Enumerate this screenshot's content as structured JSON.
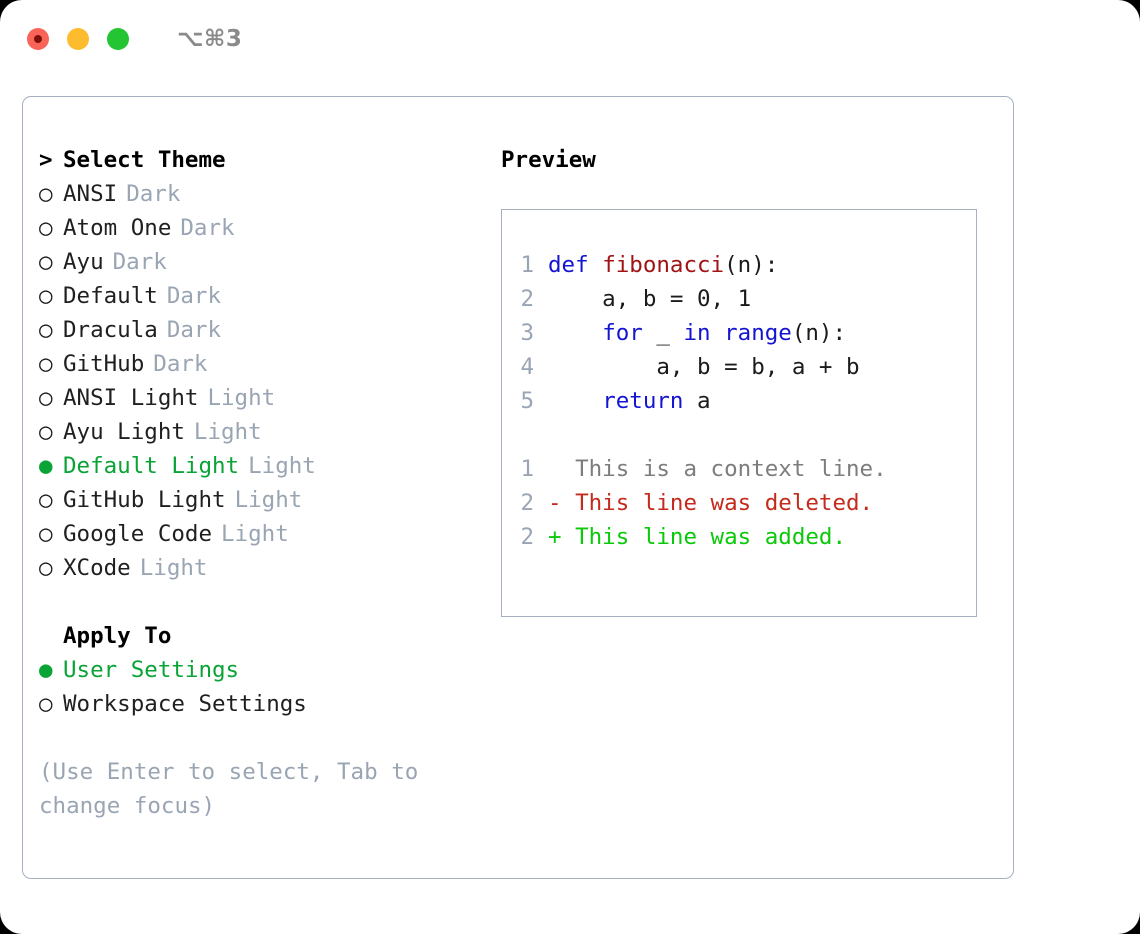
{
  "titlebar": {
    "shortcut": "⌥⌘3",
    "buttons": [
      {
        "name": "close",
        "color": "#fa6458"
      },
      {
        "name": "minimize",
        "color": "#fdbc2d"
      },
      {
        "name": "maximize",
        "color": "#23c632"
      }
    ]
  },
  "theme_picker": {
    "heading_marker": ">",
    "heading": "Select Theme",
    "items": [
      {
        "marker": "○",
        "label": "ANSI",
        "suffix": "Dark",
        "selected": false
      },
      {
        "marker": "○",
        "label": "Atom One",
        "suffix": "Dark",
        "selected": false
      },
      {
        "marker": "○",
        "label": "Ayu",
        "suffix": "Dark",
        "selected": false
      },
      {
        "marker": "○",
        "label": "Default",
        "suffix": "Dark",
        "selected": false
      },
      {
        "marker": "○",
        "label": "Dracula",
        "suffix": "Dark",
        "selected": false
      },
      {
        "marker": "○",
        "label": "GitHub",
        "suffix": "Dark",
        "selected": false
      },
      {
        "marker": "○",
        "label": "ANSI Light",
        "suffix": "Light",
        "selected": false
      },
      {
        "marker": "○",
        "label": "Ayu Light",
        "suffix": "Light",
        "selected": false
      },
      {
        "marker": "●",
        "label": "Default Light",
        "suffix": "Light",
        "selected": true
      },
      {
        "marker": "○",
        "label": "GitHub Light",
        "suffix": "Light",
        "selected": false
      },
      {
        "marker": "○",
        "label": "Google Code",
        "suffix": "Light",
        "selected": false
      },
      {
        "marker": "○",
        "label": "XCode",
        "suffix": "Light",
        "selected": false
      }
    ]
  },
  "apply_to": {
    "title": "Apply To",
    "options": [
      {
        "marker": "●",
        "label": "User Settings",
        "selected": true
      },
      {
        "marker": "○",
        "label": "Workspace Settings",
        "selected": false
      }
    ]
  },
  "hint": "(Use Enter to select, Tab to change focus)",
  "preview": {
    "title": "Preview",
    "code_lines": [
      {
        "number": "1",
        "tokens": [
          {
            "text": "def ",
            "type": "kw"
          },
          {
            "text": "fibonacci",
            "type": "fn"
          },
          {
            "text": "(n):",
            "type": "plain"
          }
        ]
      },
      {
        "number": "2",
        "tokens": [
          {
            "text": "    a, b = 0, 1",
            "type": "plain"
          }
        ]
      },
      {
        "number": "3",
        "tokens": [
          {
            "text": "    ",
            "type": "plain"
          },
          {
            "text": "for",
            "type": "kw"
          },
          {
            "text": " _ ",
            "type": "plain"
          },
          {
            "text": "in",
            "type": "kw"
          },
          {
            "text": " ",
            "type": "plain"
          },
          {
            "text": "range",
            "type": "kw"
          },
          {
            "text": "(n):",
            "type": "plain"
          }
        ]
      },
      {
        "number": "4",
        "tokens": [
          {
            "text": "        a, b = b, a + b",
            "type": "plain"
          }
        ]
      },
      {
        "number": "5",
        "tokens": [
          {
            "text": "    ",
            "type": "plain"
          },
          {
            "text": "return",
            "type": "kw"
          },
          {
            "text": " a",
            "type": "plain"
          }
        ]
      }
    ],
    "diff_lines": [
      {
        "number": "1",
        "text": "  This is a context line.",
        "type": "ctx"
      },
      {
        "number": "2",
        "text": "- This line was deleted.",
        "type": "del"
      },
      {
        "number": "2",
        "text": "+ This line was added.",
        "type": "add"
      }
    ]
  },
  "colors": {
    "selected_green": "#0aa336",
    "muted_gray": "#9aa5b4",
    "border": "#a6b0c0",
    "keyword_blue": "#1414d2",
    "function_red": "#a01414",
    "diff_add_green": "#0ac80a",
    "diff_del_red": "#c42b1c",
    "context_gray": "#7d7d7d"
  }
}
